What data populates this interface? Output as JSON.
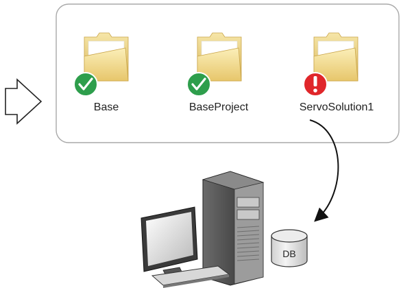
{
  "folders": [
    {
      "label": "Base",
      "status": "ok",
      "status_icon": "check-icon"
    },
    {
      "label": "BaseProject",
      "status": "ok",
      "status_icon": "check-icon"
    },
    {
      "label": "ServoSolution1",
      "status": "error",
      "status_icon": "exclamation-icon"
    }
  ],
  "database": {
    "label": "DB"
  },
  "colors": {
    "ok": "#2e9e4c",
    "error": "#e0262a",
    "folder": "#f2d77e",
    "folder_dark": "#d9b64e",
    "panel_border": "#a8a8a8"
  }
}
